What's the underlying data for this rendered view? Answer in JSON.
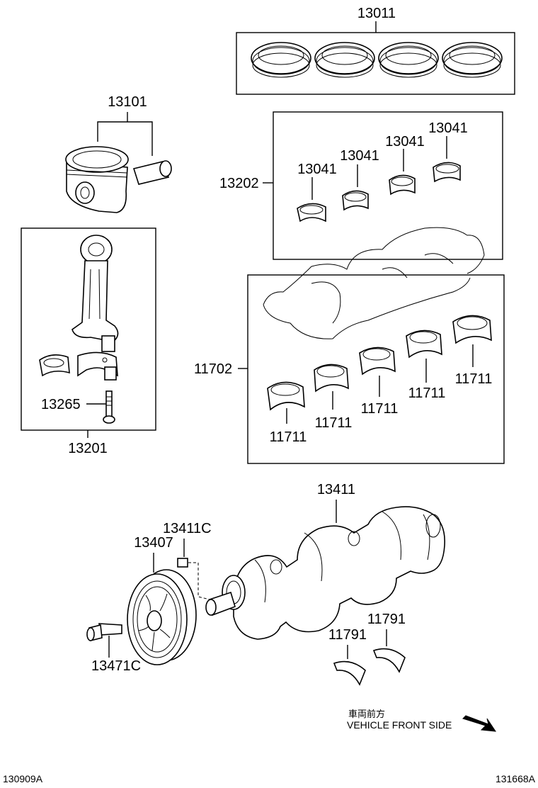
{
  "labels": {
    "piston_ring_set": "13011",
    "piston_sub_assy": "13101",
    "conrod_bearing_set": "13202",
    "conrod_bearing_a": "13041",
    "conrod_bearing_b": "13041",
    "conrod_bearing_c": "13041",
    "conrod_bearing_d": "13041",
    "connecting_rod_assy": "13201",
    "conrod_bolt": "13265",
    "main_bearing_set": "11702",
    "main_bearing_a": "11711",
    "main_bearing_b": "11711",
    "main_bearing_c": "11711",
    "main_bearing_d": "11711",
    "main_bearing_e": "11711",
    "crankshaft": "13411",
    "crank_key": "13411C",
    "crank_pulley": "13407",
    "pulley_bolt": "13471C",
    "thrust_washer_a": "11791",
    "thrust_washer_b": "11791"
  },
  "direction": {
    "jp": "車両前方",
    "en": "VEHICLE FRONT SIDE"
  },
  "footer": {
    "left_code": "130909A",
    "right_code": "131668A"
  }
}
